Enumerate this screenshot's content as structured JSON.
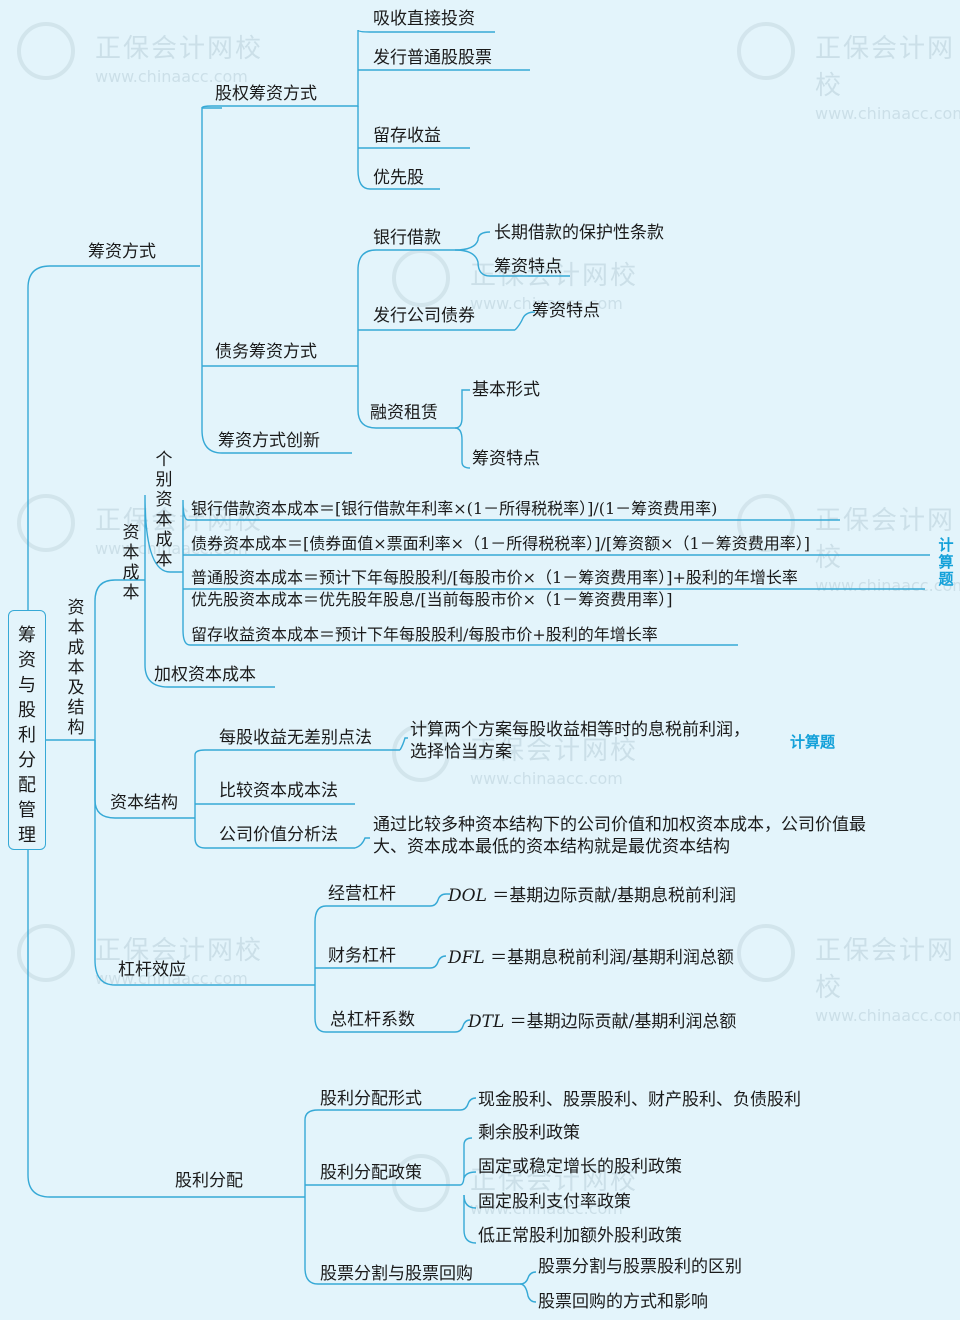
{
  "root": "筹资与股利分配管理",
  "watermark": {
    "name": "正保会计网校",
    "url": "www.chinaacc.com"
  },
  "badges": {
    "calc": "计算题"
  },
  "financing": {
    "label": "筹资方式",
    "equity": {
      "label": "股权筹资方式",
      "items": [
        "吸收直接投资",
        "发行普通股股票",
        "留存收益",
        "优先股"
      ]
    },
    "debt": {
      "label": "债务筹资方式",
      "bank": {
        "label": "银行借款",
        "items": [
          "长期借款的保护性条款",
          "筹资特点"
        ]
      },
      "bond": {
        "label": "发行公司债券",
        "items": [
          "筹资特点"
        ]
      },
      "lease": {
        "label": "融资租赁",
        "items": [
          "基本形式",
          "筹资特点"
        ]
      }
    },
    "innovation": {
      "label": "筹资方式创新"
    }
  },
  "capital": {
    "label": "资本成本及结构",
    "cost": {
      "label": "资本成本",
      "individual": {
        "label": "个别资本成本",
        "formulas": [
          "银行借款资本成本＝[银行借款年利率×(1－所得税税率）]/(1－筹资费用率)",
          "债券资本成本＝[债券面值×票面利率×（1－所得税税率）]/[筹资额×（1－筹资费用率）]",
          "普通股资本成本＝预计下年每股股利/[每股市价×（1－筹资费用率）]+股利的年增长率",
          "优先股资本成本＝优先股年股息/[当前每股市价×（1－筹资费用率）]",
          "留存收益资本成本＝预计下年每股股利/每股市价+股利的年增长率"
        ]
      },
      "weighted": {
        "label": "加权资本成本"
      }
    },
    "structure": {
      "label": "资本结构",
      "eps": {
        "label": "每股收益无差别点法",
        "desc": [
          "计算两个方案每股收益相等时的息税前利润，",
          "选择恰当方案"
        ]
      },
      "compare": {
        "label": "比较资本成本法"
      },
      "value": {
        "label": "公司价值分析法",
        "desc": [
          "通过比较多种资本结构下的公司价值和加权资本成本，公司价值最",
          "大、资本成本最低的资本结构就是最优资本结构"
        ]
      }
    },
    "leverage": {
      "label": "杠杆效应",
      "operating": {
        "label": "经营杠杆",
        "abbr": "DOL",
        "formula": "＝基期边际贡献/基期息税前利润"
      },
      "financial": {
        "label": "财务杠杆",
        "abbr": "DFL",
        "formula": "＝基期息税前利润/基期利润总额"
      },
      "total": {
        "label": "总杠杆系数",
        "abbr": "DTL",
        "formula": "＝基期边际贡献/基期利润总额"
      }
    }
  },
  "dividend": {
    "label": "股利分配",
    "forms": {
      "label": "股利分配形式",
      "items": [
        "现金股利、股票股利、财产股利、负债股利"
      ]
    },
    "policy": {
      "label": "股利分配政策",
      "items": [
        "剩余股利政策",
        "固定或稳定增长的股利政策",
        "固定股利支付率政策",
        "低正常股利加额外股利政策"
      ]
    },
    "split": {
      "label": "股票分割与股票回购",
      "items": [
        "股票分割与股票股利的区别",
        "股票回购的方式和影响"
      ]
    }
  }
}
